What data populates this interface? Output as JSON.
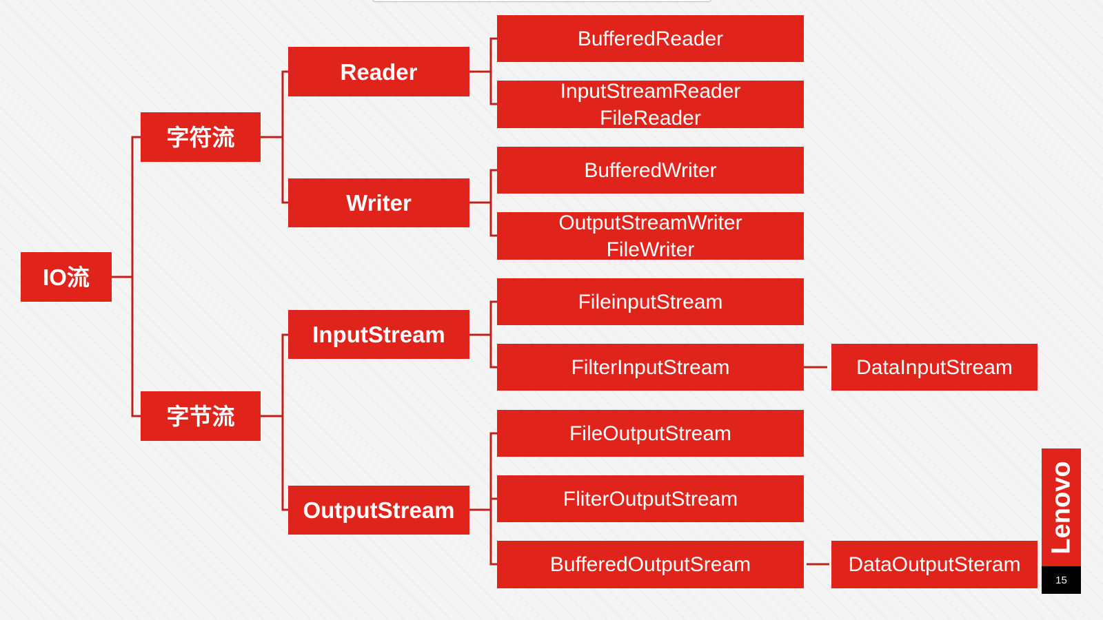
{
  "root": "IO流",
  "level1": [
    "字符流",
    "字节流"
  ],
  "level2": [
    "Reader",
    "Writer",
    "InputStream",
    "OutputStream"
  ],
  "level3": [
    {
      "lines": [
        "BufferedReader"
      ]
    },
    {
      "lines": [
        "InputStreamReader",
        "FileReader"
      ]
    },
    {
      "lines": [
        "BufferedWriter"
      ]
    },
    {
      "lines": [
        "OutputStreamWriter",
        "FileWriter"
      ]
    },
    {
      "lines": [
        "FileinputStream"
      ]
    },
    {
      "lines": [
        "FilterInputStream"
      ]
    },
    {
      "lines": [
        "FileOutputStream"
      ]
    },
    {
      "lines": [
        "FliterOutputStream"
      ]
    },
    {
      "lines": [
        "BufferedOutputSream"
      ]
    }
  ],
  "level4": [
    "DataInputStream",
    "DataOutputSteram"
  ],
  "brand": "Lenovo",
  "page_number": "15",
  "colors": {
    "box": "#e0231b",
    "line": "#c0201a"
  }
}
